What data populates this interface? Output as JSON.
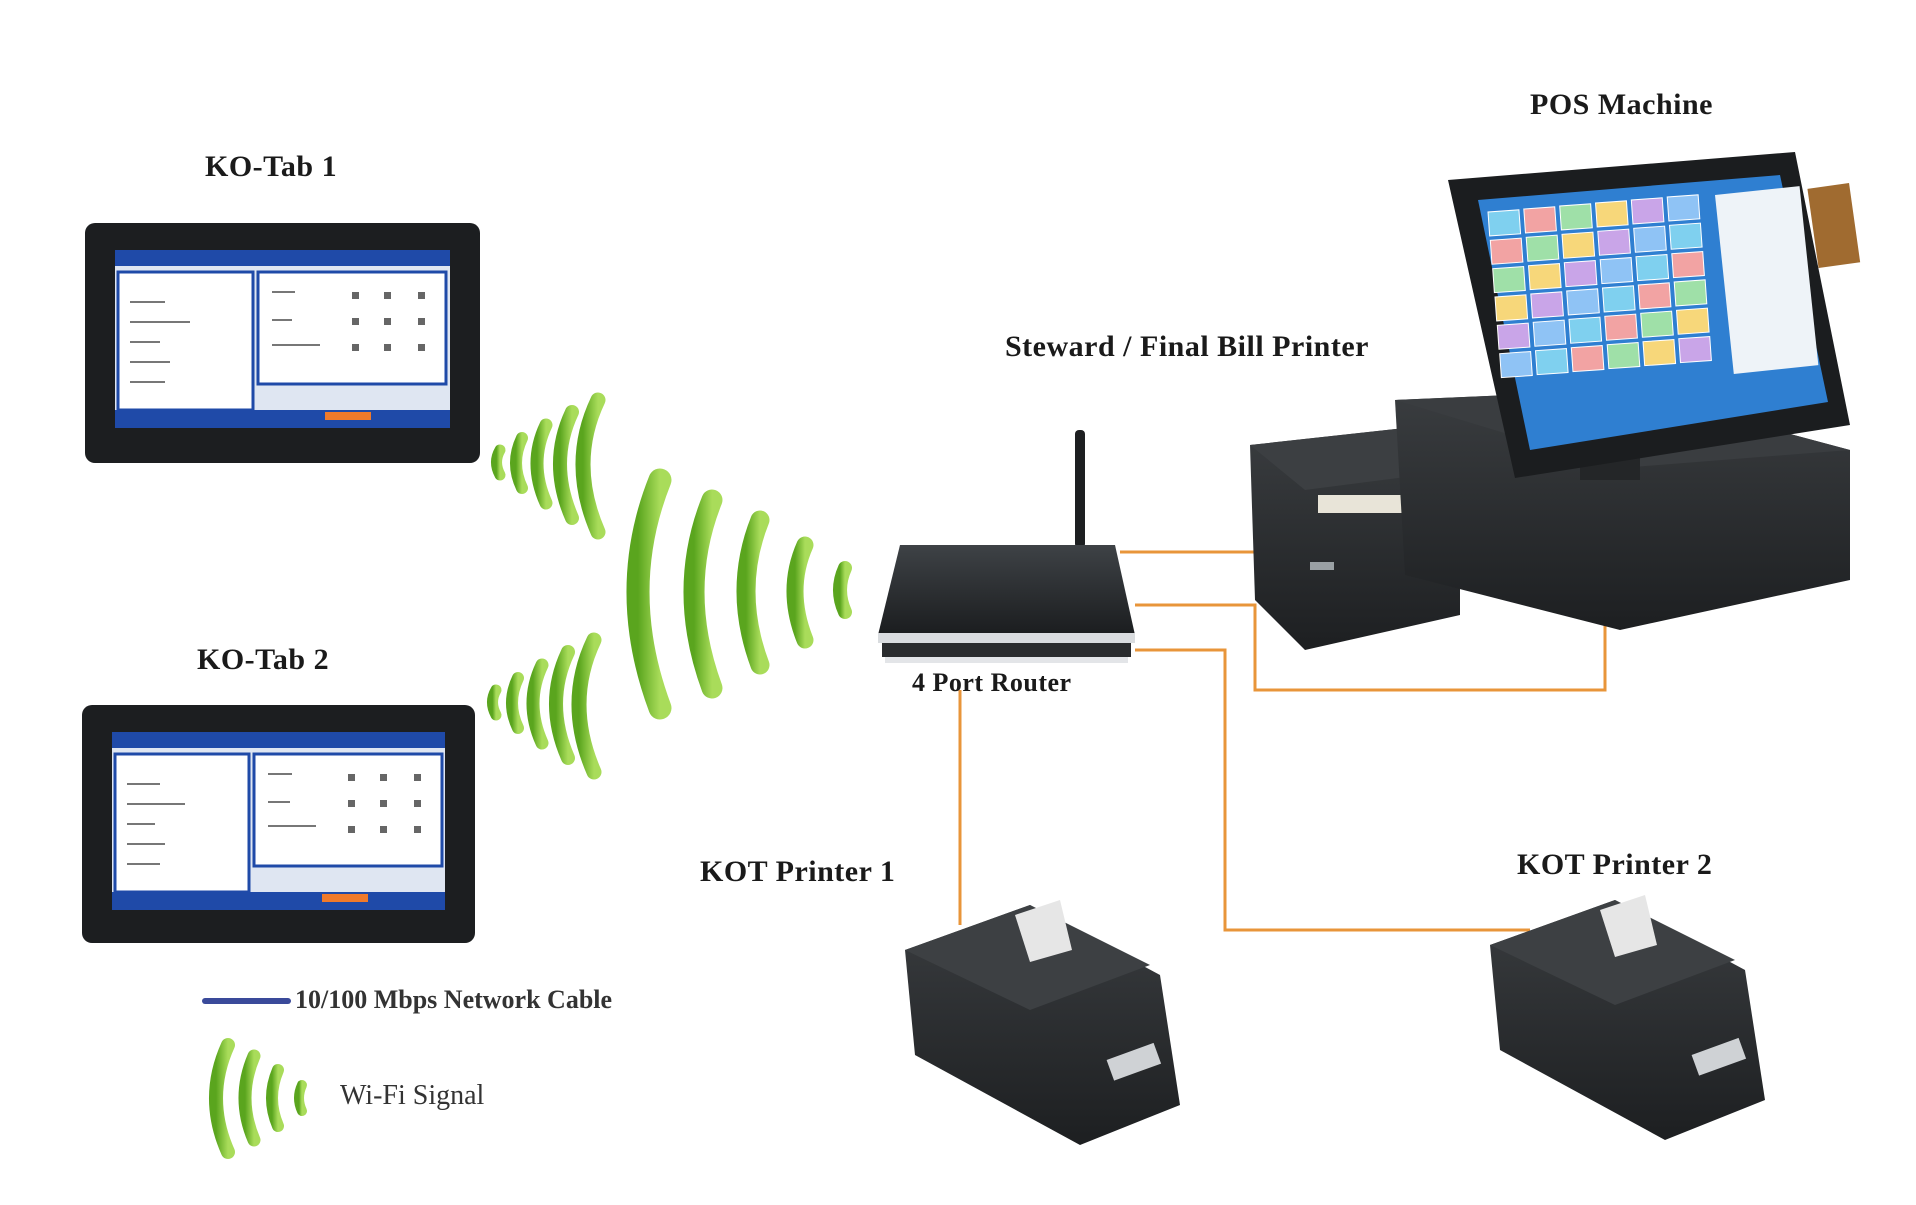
{
  "labels": {
    "ko_tab_1": "KO-Tab 1",
    "ko_tab_2": "KO-Tab 2",
    "pos_machine": "POS Machine",
    "steward_printer": "Steward / Final Bill Printer",
    "router": "4 Port Router",
    "kot_printer_1": "KOT Printer 1",
    "kot_printer_2": "KOT Printer 2"
  },
  "legend": {
    "cable": "10/100 Mbps Network Cable",
    "wifi": "Wi-Fi Signal"
  },
  "colors": {
    "cable_orange": "#e8953a",
    "legend_cable_blue": "#3a4a9a",
    "wifi_green": "#7cc431",
    "device_dark": "#2b2d2f",
    "screen_blue": "#1f4aa8"
  }
}
